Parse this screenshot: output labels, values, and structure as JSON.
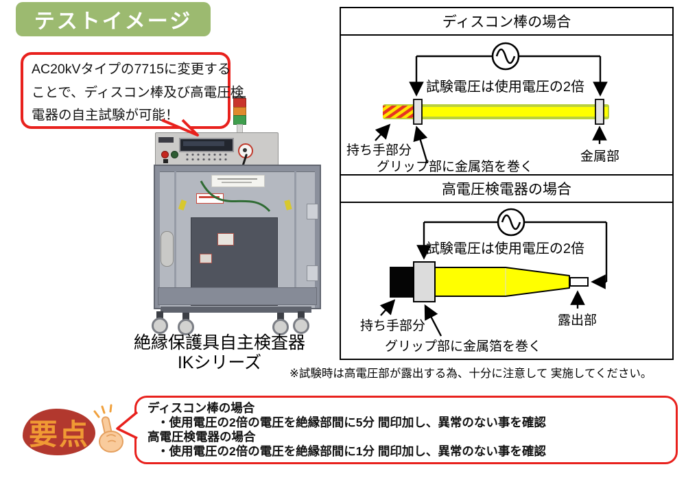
{
  "badge": {
    "label": "テストイメージ"
  },
  "callout": {
    "line1": "AC20kVタイプの7715に変更する",
    "line2": "ことで、ディスコン棒及び高電圧検",
    "line3": "電器の自主試験が可能！"
  },
  "machine": {
    "caption1": "絶縁保護具自主検査器",
    "caption2": "IKシリーズ"
  },
  "panel": {
    "section1": {
      "title": "ディスコン棒の場合",
      "voltage_label": "試験電圧は使用電圧の2倍",
      "handle_label": "持ち手部分",
      "grip_label": "グリップ部に金属箔を巻く",
      "metal_label": "金属部"
    },
    "section2": {
      "title": "高電圧検電器の場合",
      "voltage_label": "試験電圧は使用電圧の2倍",
      "handle_label": "持ち手部分",
      "grip_label": "グリップ部に金属箔を巻く",
      "exposed_label": "露出部"
    }
  },
  "caution": {
    "text": "※試験時は高電圧部が露出する為、十分に注意して 実施してください。"
  },
  "keypoints": {
    "badge": "要点",
    "line1": "ディスコン棒の場合",
    "line2": "・使用電圧の2倍の電圧を絶縁部間に5分 間印加し、異常のない事を確認",
    "line3": "高電圧検電器の場合",
    "line4": "・使用電圧の2倍の電圧を絶縁部間に1分 間印加し、異常のない事を確認"
  },
  "colors": {
    "badge_green": "#9cba70",
    "accent_red": "#e8211d",
    "rod_yellow": "#ffff00",
    "rod_olive": "#b9cf3f",
    "stripe_red": "#e53323",
    "foil_gray": "#e0e0e0",
    "keypoint_red": "#b2382e",
    "keypoint_orange": "#f09a34"
  }
}
